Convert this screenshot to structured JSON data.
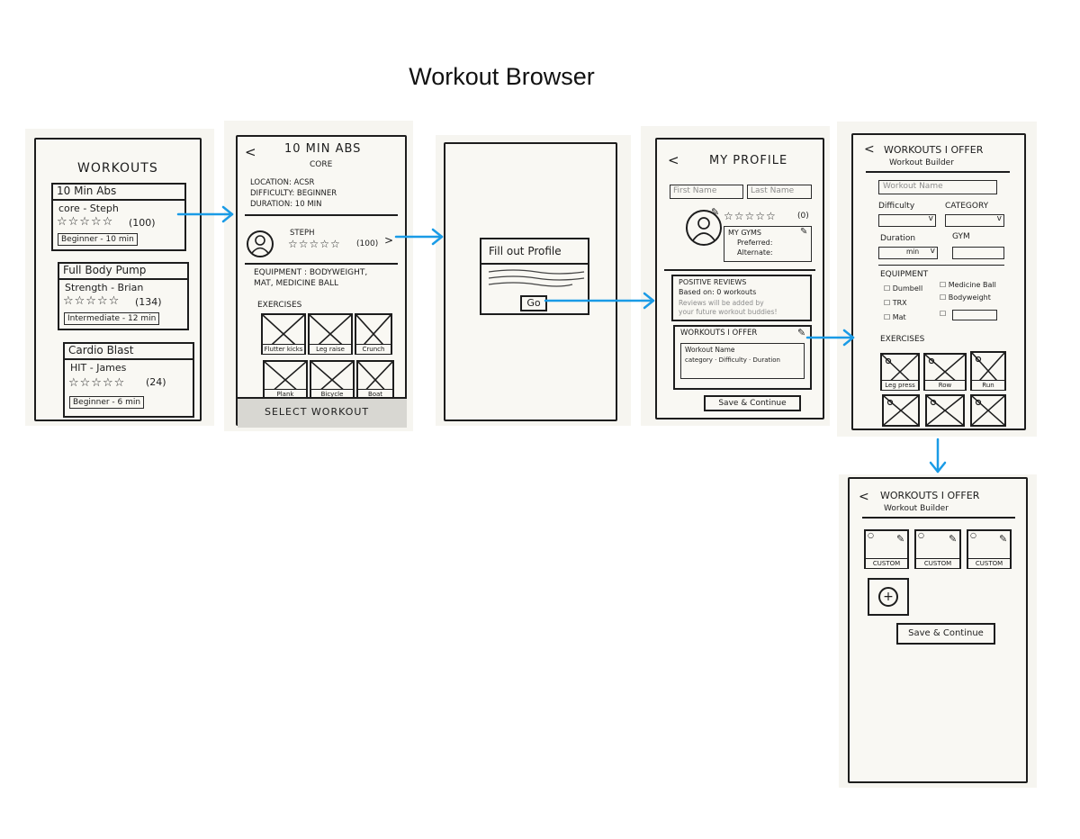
{
  "title": "Workout Browser",
  "screen1": {
    "header": "WORKOUTS",
    "cards": [
      {
        "title": "10 Min Abs",
        "sub": "core - Steph",
        "stars": "☆☆☆☆☆",
        "count": "(100)",
        "tag": "Beginner - 10 min"
      },
      {
        "title": "Full Body Pump",
        "sub": "Strength - Brian",
        "stars": "☆☆☆☆☆",
        "count": "(134)",
        "tag": "Intermediate - 12 min"
      },
      {
        "title": "Cardio Blast",
        "sub": "HIT - James",
        "stars": "☆☆☆☆☆",
        "count": "(24)",
        "tag": "Beginner - 6 min"
      }
    ]
  },
  "screen2": {
    "back": "<",
    "title": "10 MIN ABS",
    "subtitle": "CORE",
    "location": "LOCATION: ACSR",
    "difficulty": "DIFFICULTY: BEGINNER",
    "duration": "DURATION: 10 MIN",
    "trainer": "STEPH",
    "stars": "☆☆☆☆☆",
    "count": "(100)",
    "chev": ">",
    "equipment_line1": "EQUIPMENT : BODYWEIGHT,",
    "equipment_line2": "MAT, MEDICINE BALL",
    "exercises_label": "EXERCISES",
    "exercises": [
      "Flutter kicks",
      "Leg raise",
      "Crunch",
      "Plank",
      "Bicycle",
      "Boat"
    ],
    "select_button": "SELECT WORKOUT"
  },
  "screen3": {
    "dialog_title": "Fill out Profile",
    "go": "Go"
  },
  "screen4": {
    "back": "<",
    "title": "MY PROFILE",
    "first_name": "First Name",
    "last_name": "Last Name",
    "stars": "☆☆☆☆☆",
    "count": "(0)",
    "gyms_label": "MY GYMS",
    "preferred": "Preferred:",
    "alternate": "Alternate:",
    "reviews_title": "POSITIVE REVIEWS",
    "reviews_based": "Based on: 0 workouts",
    "reviews_note1": "Reviews will be added by",
    "reviews_note2": "your future workout buddies!",
    "offer_title": "WORKOUTS I OFFER",
    "offer_name": "Workout Name",
    "offer_meta": "category · Difficulty · Duration",
    "save": "Save & Continue"
  },
  "screen5": {
    "back": "<",
    "title": "WORKOUTS I OFFER",
    "subtitle": "Workout Builder",
    "name_placeholder": "Workout Name",
    "difficulty": "Difficulty",
    "category": "CATEGORY",
    "duration": "Duration",
    "gym": "GYM",
    "min": "min",
    "equipment": "EQUIPMENT",
    "equip_items": [
      "Dumbell",
      "Medicine Ball",
      "TRX",
      "Bodyweight",
      "Mat",
      ""
    ],
    "exercises": "EXERCISES",
    "ex_caps": [
      "Leg press",
      "Row",
      "Run"
    ]
  },
  "screen6": {
    "back": "<",
    "title": "WORKOUTS I OFFER",
    "subtitle": "Workout Builder",
    "customs": [
      "CUSTOM",
      "CUSTOM",
      "CUSTOM"
    ],
    "add": "+",
    "save": "Save & Continue"
  },
  "colors": {
    "arrow": "#1a9be6",
    "ink": "#1d1d1d",
    "paper": "#f6f5f0"
  }
}
